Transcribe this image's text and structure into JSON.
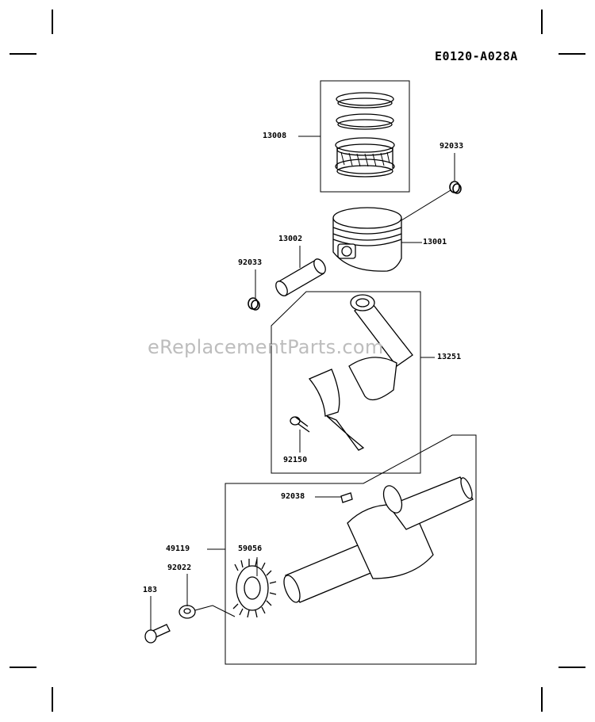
{
  "diagram": {
    "code": "E0120-A028A",
    "watermark": "eReplacementParts.com",
    "parts": {
      "ring_set": "13008",
      "clip_right": "92033",
      "piston": "13001",
      "piston_pin": "13002",
      "clip_left": "92033",
      "connecting_rod": "13251",
      "rod_bolt": "92150",
      "key": "92038",
      "crankshaft_assy": "49119",
      "gear": "59056",
      "washer": "92022",
      "bolt": "183"
    }
  }
}
